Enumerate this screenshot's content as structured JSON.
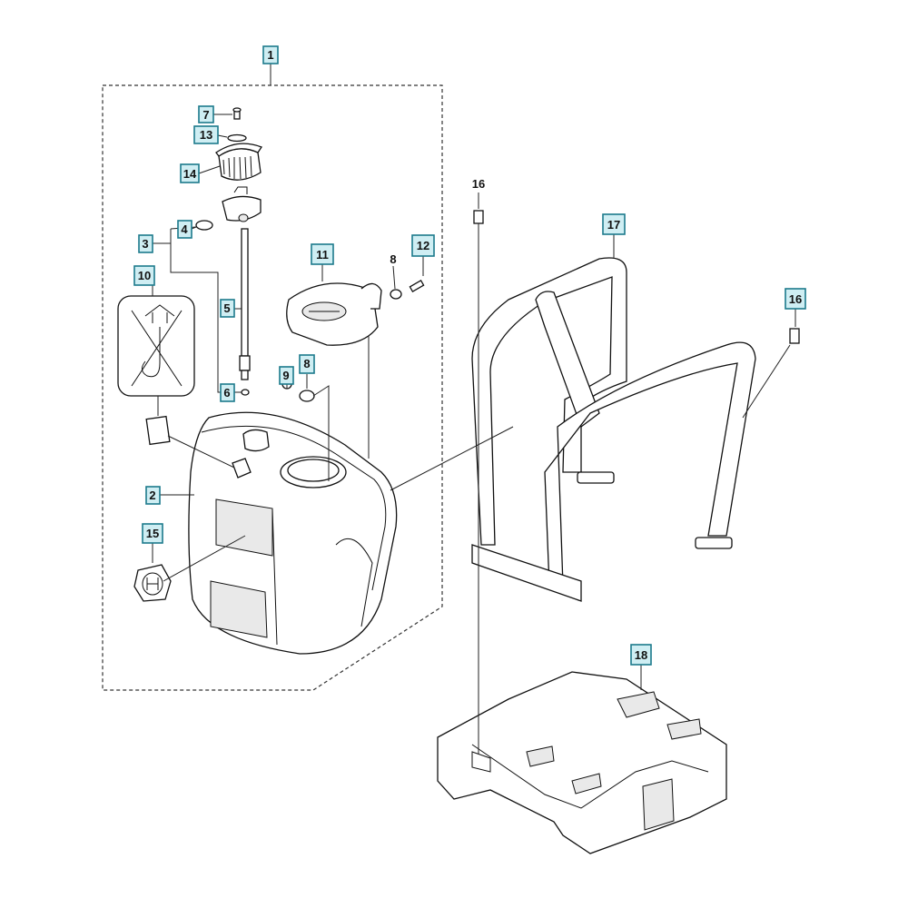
{
  "diagram": {
    "callouts": {
      "c1": "1",
      "c2": "2",
      "c3": "3",
      "c4": "4",
      "c5": "5",
      "c6": "6",
      "c7": "7",
      "c8a": "8",
      "c8b": "8",
      "c9": "9",
      "c10": "10",
      "c11": "11",
      "c12": "12",
      "c13": "13",
      "c14": "14",
      "c15": "15",
      "c16a": "16",
      "c16b": "16",
      "c17": "17",
      "c18": "18"
    }
  }
}
